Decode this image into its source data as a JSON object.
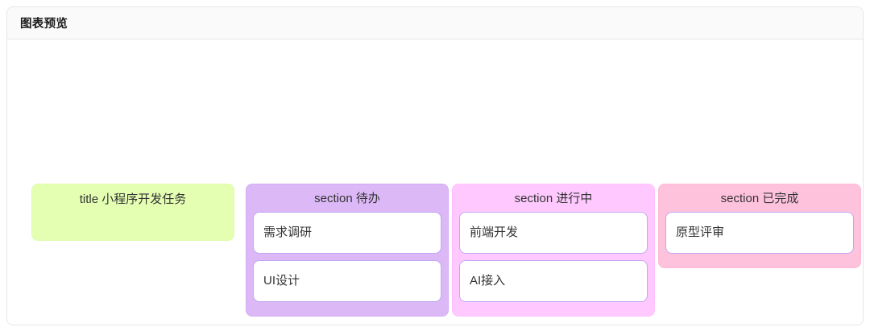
{
  "panel": {
    "header_title": "图表预览"
  },
  "chart_data": {
    "type": "table",
    "title": "小程序开发任务",
    "diagram_kind": "kanban",
    "title_node": {
      "prefix": "title",
      "text": "小程序开发任务",
      "full_label": "title 小程序开发任务",
      "color": "#e4ffb2"
    },
    "columns": [
      {
        "prefix": "section",
        "name": "待办",
        "full_label": "section 待办",
        "color": "#dcb8f7",
        "card_border": "#bfa8f0",
        "cards": [
          {
            "label": "需求调研"
          },
          {
            "label": "UI设计"
          }
        ]
      },
      {
        "prefix": "section",
        "name": "进行中",
        "full_label": "section 进行中",
        "color": "#ffc9ff",
        "card_border": "#bfa8f0",
        "cards": [
          {
            "label": "前端开发"
          },
          {
            "label": "AI接入"
          }
        ]
      },
      {
        "prefix": "section",
        "name": "已完成",
        "full_label": "section 已完成",
        "color": "#ffc2dd",
        "card_border": "#bfa8f0",
        "cards": [
          {
            "label": "原型评审"
          }
        ]
      }
    ]
  }
}
